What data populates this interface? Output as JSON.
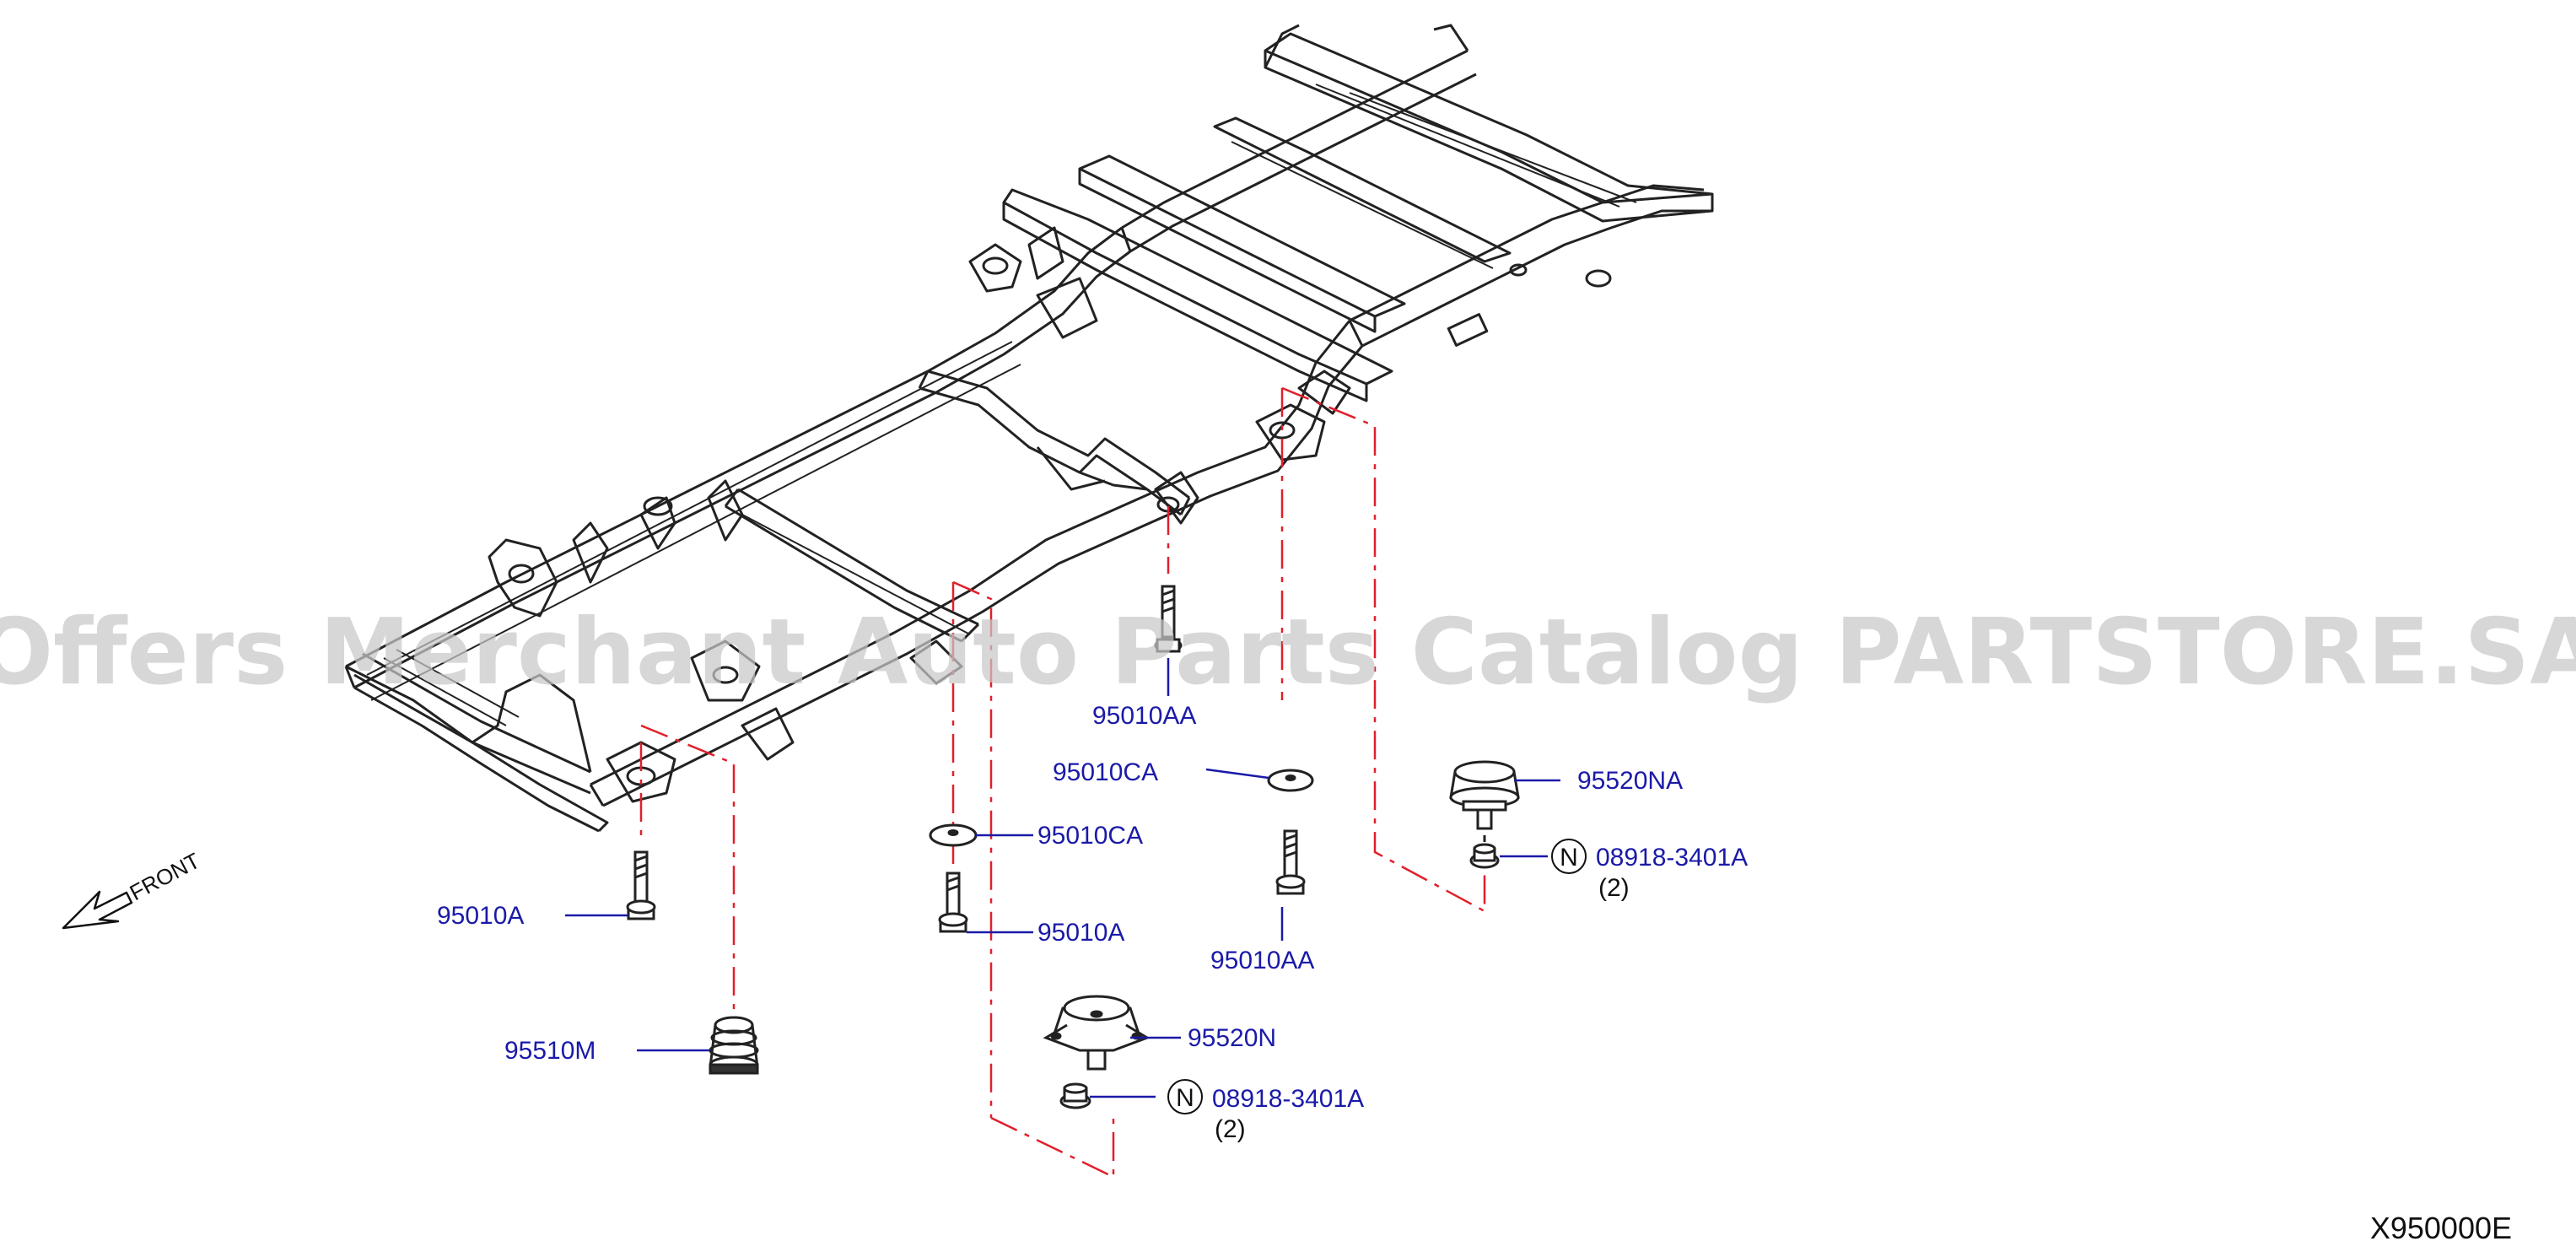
{
  "watermark": "Offers Merchant Auto Parts Catalog PARTSTORE.SA",
  "diagram_code": "X950000E",
  "front_label": "FRONT",
  "colors": {
    "label": "#1a1aa8",
    "centerline": "#e0202a",
    "line": "#222222",
    "watermark": "#c8c8c8"
  },
  "icons": {
    "front_arrow": "arrow-down-left-icon",
    "nut_symbol": "circled-n-icon"
  },
  "nut_symbol_letter": "N",
  "callouts": {
    "bolt_center_top": "95010AA",
    "washer_center_right": "95010CA",
    "bolt_center_right": "95010AA",
    "mount_rear": "95520NA",
    "nut_rear": "08918-3401A",
    "nut_rear_qty": "(2)",
    "washer_center_left": "95010CA",
    "bolt_center_left": "95010A",
    "bolt_front": "95010A",
    "bushing_front": "95510M",
    "mount_center": "95520N",
    "nut_center": "08918-3401A",
    "nut_center_qty": "(2)"
  }
}
